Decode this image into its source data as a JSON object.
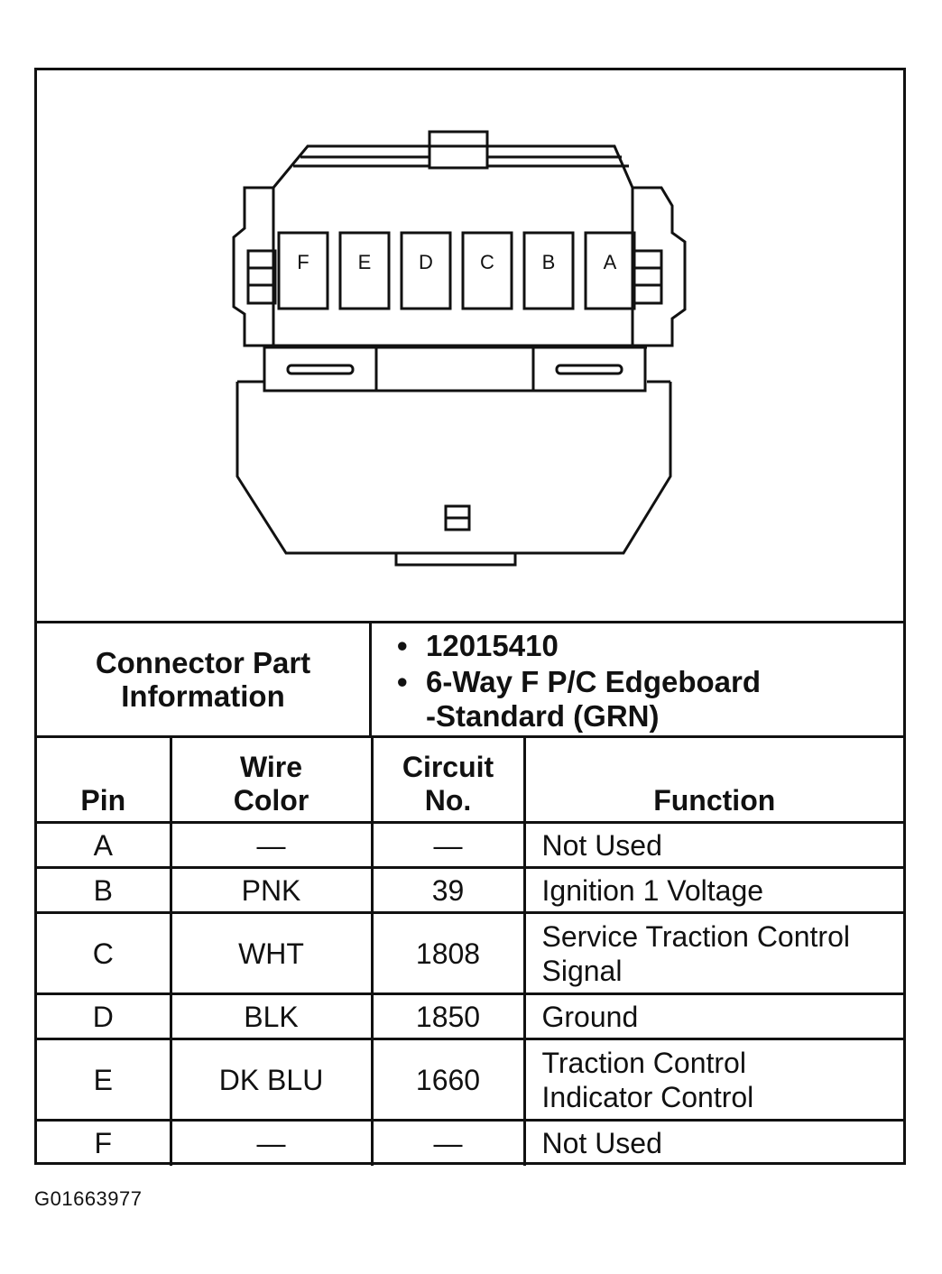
{
  "connector_pins": [
    "F",
    "E",
    "D",
    "C",
    "B",
    "A"
  ],
  "connector_info": {
    "label": "Connector Part\nInformation",
    "items": [
      "12015410",
      "6-Way F P/C Edgeboard",
      "-Standard (GRN)"
    ]
  },
  "table": {
    "headers": {
      "pin": "Pin",
      "wire_color": "Wire\nColor",
      "circuit_no": "Circuit\nNo.",
      "function": "Function"
    },
    "rows": [
      {
        "pin": "A",
        "wire_color": "—",
        "circuit_no": "—",
        "function": "Not Used"
      },
      {
        "pin": "B",
        "wire_color": "PNK",
        "circuit_no": "39",
        "function": "Ignition 1 Voltage"
      },
      {
        "pin": "C",
        "wire_color": "WHT",
        "circuit_no": "1808",
        "function": "Service Traction Control\nSignal"
      },
      {
        "pin": "D",
        "wire_color": "BLK",
        "circuit_no": "1850",
        "function": "Ground"
      },
      {
        "pin": "E",
        "wire_color": "DK BLU",
        "circuit_no": "1660",
        "function": "Traction Control\nIndicator Control"
      },
      {
        "pin": "F",
        "wire_color": "—",
        "circuit_no": "—",
        "function": "Not Used"
      }
    ]
  },
  "figure_id": "G01663977"
}
